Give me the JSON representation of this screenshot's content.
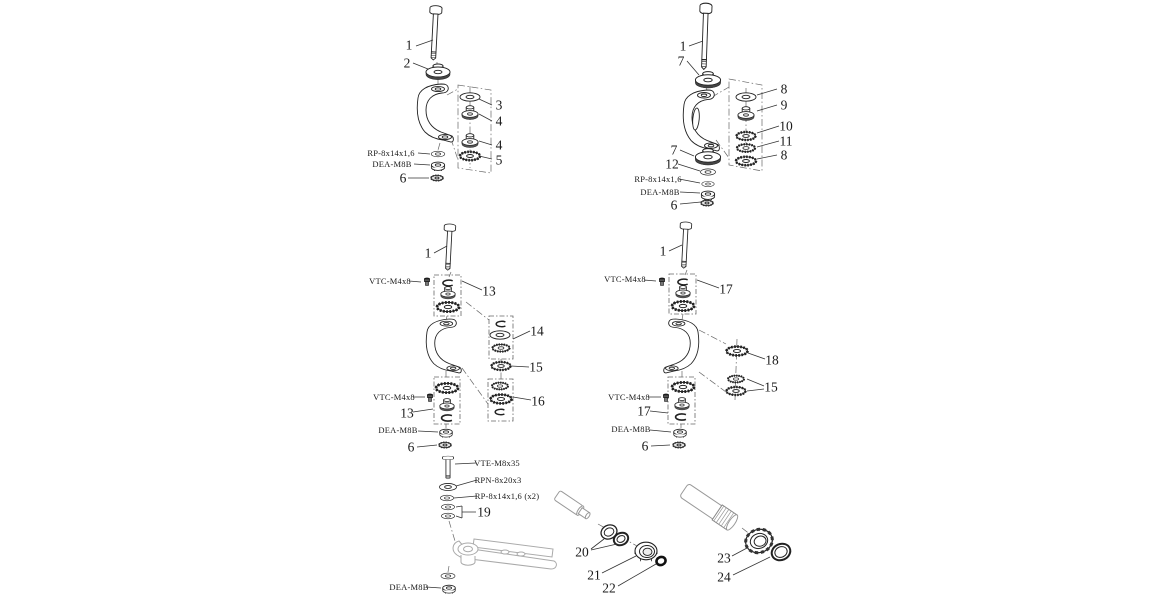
{
  "figure": {
    "type": "exploded-parts-diagram",
    "colors": {
      "background": "#ffffff",
      "line": "#222222",
      "leader": "#333333",
      "ghost_parts": "#aaaaaa"
    }
  },
  "labels": [
    {
      "text": "1",
      "group": "top-left"
    },
    {
      "text": "2",
      "group": "top-left"
    },
    {
      "text": "3",
      "group": "top-left"
    },
    {
      "text": "4",
      "group": "top-left"
    },
    {
      "text": "4",
      "group": "top-left"
    },
    {
      "text": "5",
      "group": "top-left"
    },
    {
      "text": "RP-8x14x1,6",
      "group": "top-left"
    },
    {
      "text": "DEA-M8B",
      "group": "top-left"
    },
    {
      "text": "6",
      "group": "top-left"
    },
    {
      "text": "1",
      "group": "top-right"
    },
    {
      "text": "7",
      "group": "top-right"
    },
    {
      "text": "8",
      "group": "top-right"
    },
    {
      "text": "9",
      "group": "top-right"
    },
    {
      "text": "10",
      "group": "top-right"
    },
    {
      "text": "11",
      "group": "top-right"
    },
    {
      "text": "8",
      "group": "top-right"
    },
    {
      "text": "7",
      "group": "top-right"
    },
    {
      "text": "12",
      "group": "top-right"
    },
    {
      "text": "RP-8x14x1,6",
      "group": "top-right"
    },
    {
      "text": "DEA-M8B",
      "group": "top-right"
    },
    {
      "text": "6",
      "group": "top-right"
    },
    {
      "text": "1",
      "group": "middle-left"
    },
    {
      "text": "VTC-M4x8",
      "group": "middle-left"
    },
    {
      "text": "13",
      "group": "middle-left"
    },
    {
      "text": "14",
      "group": "middle-left"
    },
    {
      "text": "15",
      "group": "middle-left"
    },
    {
      "text": "16",
      "group": "middle-left"
    },
    {
      "text": "VTC-M4x8",
      "group": "middle-left"
    },
    {
      "text": "13",
      "group": "middle-left"
    },
    {
      "text": "DEA-M8B",
      "group": "middle-left"
    },
    {
      "text": "6",
      "group": "middle-left"
    },
    {
      "text": "1",
      "group": "middle-right"
    },
    {
      "text": "VTC-M4x8",
      "group": "middle-right"
    },
    {
      "text": "17",
      "group": "middle-right"
    },
    {
      "text": "18",
      "group": "middle-right"
    },
    {
      "text": "15",
      "group": "middle-right"
    },
    {
      "text": "VTC-M4x8",
      "group": "middle-right"
    },
    {
      "text": "17",
      "group": "middle-right"
    },
    {
      "text": "DEA-M8B",
      "group": "middle-right"
    },
    {
      "text": "6",
      "group": "middle-right"
    },
    {
      "text": "VTE-M8x35",
      "group": "bottom-left"
    },
    {
      "text": "RPN-8x20x3",
      "group": "bottom-left"
    },
    {
      "text": "RP-8x14x1,6 (x2)",
      "group": "bottom-left"
    },
    {
      "text": "19",
      "group": "bottom-left"
    },
    {
      "text": "DEA-M8B",
      "group": "bottom-left"
    },
    {
      "text": "20",
      "group": "bottom-middle"
    },
    {
      "text": "21",
      "group": "bottom-middle"
    },
    {
      "text": "22",
      "group": "bottom-middle"
    },
    {
      "text": "23",
      "group": "bottom-right"
    },
    {
      "text": "24",
      "group": "bottom-right"
    }
  ]
}
